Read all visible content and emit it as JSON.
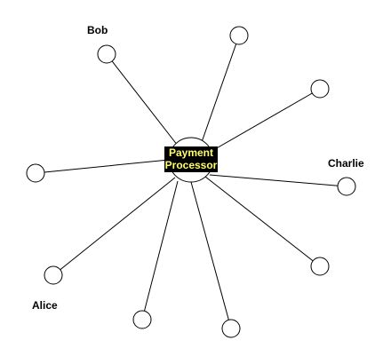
{
  "diagram": {
    "hub": {
      "label_line1": "Payment",
      "label_line2": "Processor",
      "label_text_color": "#ffff66",
      "label_bg_color": "#000000"
    },
    "leaves": [
      {
        "id": "bob",
        "label": "Bob"
      },
      {
        "id": "top-right-1",
        "label": ""
      },
      {
        "id": "top-right-2",
        "label": ""
      },
      {
        "id": "charlie",
        "label": "Charlie"
      },
      {
        "id": "right-lower",
        "label": ""
      },
      {
        "id": "bottom-right",
        "label": ""
      },
      {
        "id": "bottom-center",
        "label": ""
      },
      {
        "id": "alice",
        "label": "Alice"
      },
      {
        "id": "left",
        "label": ""
      }
    ]
  }
}
